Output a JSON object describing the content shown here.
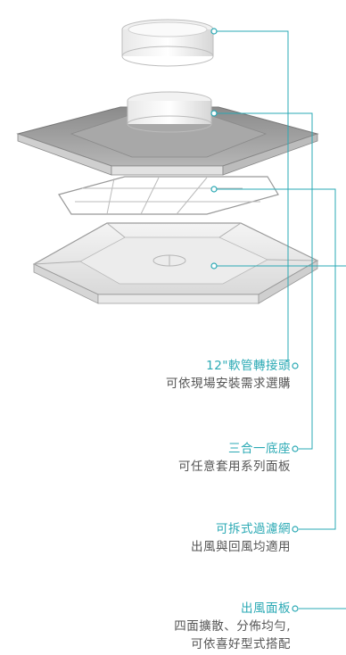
{
  "accent_color": "#2aa9b4",
  "components": [
    {
      "name": "12\"軟管轉接頭",
      "desc": [
        "可依現場安裝需求選購"
      ]
    },
    {
      "name": "三合一底座",
      "desc": [
        "可任意套用系列面板"
      ]
    },
    {
      "name": "可拆式過濾網",
      "desc": [
        "出風與回風均適用"
      ]
    },
    {
      "name": "出風面板",
      "desc": [
        "四面擴散、分佈均勻,",
        "可依喜好型式搭配"
      ]
    }
  ]
}
